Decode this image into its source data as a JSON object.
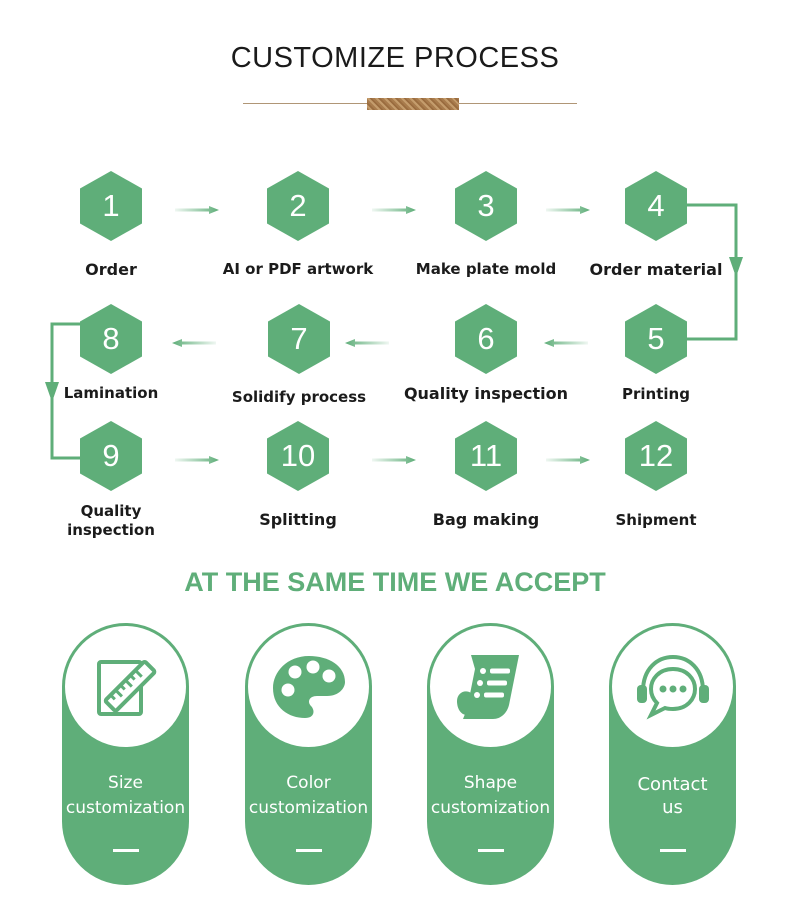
{
  "header": {
    "title": "CUSTOMIZE PROCESS"
  },
  "steps": [
    {
      "number": "1",
      "label": "Order"
    },
    {
      "number": "2",
      "label": "AI or PDF artwork"
    },
    {
      "number": "3",
      "label": "Make plate mold"
    },
    {
      "number": "4",
      "label": "Order material"
    },
    {
      "number": "5",
      "label": "Printing"
    },
    {
      "number": "6",
      "label": "Quality inspection"
    },
    {
      "number": "7",
      "label": "Solidify process"
    },
    {
      "number": "8",
      "label": "Lamination"
    },
    {
      "number": "9",
      "label_line1": "Quality",
      "label_line2": "inspection"
    },
    {
      "number": "10",
      "label": "Splitting"
    },
    {
      "number": "11",
      "label": "Bag making"
    },
    {
      "number": "12",
      "label": "Shipment"
    }
  ],
  "accept": {
    "title": "AT THE SAME TIME WE ACCEPT",
    "cards": [
      {
        "line1": "Size",
        "line2": "customization",
        "icon": "ruler-notepad-icon"
      },
      {
        "line1": "Color",
        "line2": "customization",
        "icon": "palette-icon"
      },
      {
        "line1": "Shape",
        "line2": "customization",
        "icon": "document-scroll-icon"
      },
      {
        "line1": "Contact",
        "line2": "us",
        "icon": "headset-chat-icon"
      }
    ]
  },
  "colors": {
    "accent_green": "#5fae79",
    "text_dark": "#1b1b1b",
    "cork_brown": "#a87b4c"
  }
}
